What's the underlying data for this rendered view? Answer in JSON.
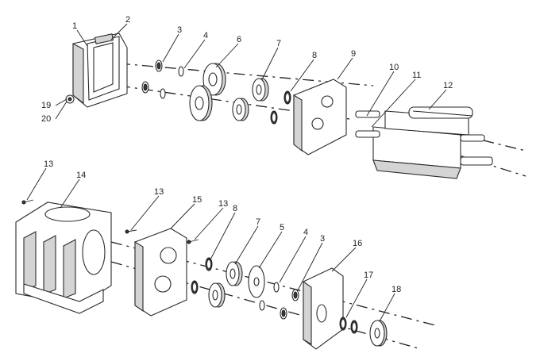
{
  "diagram": {
    "callouts": [
      {
        "id": "c1",
        "label": "1"
      },
      {
        "id": "c2",
        "label": "2"
      },
      {
        "id": "c3a",
        "label": "3"
      },
      {
        "id": "c4a",
        "label": "4"
      },
      {
        "id": "c6",
        "label": "6"
      },
      {
        "id": "c7a",
        "label": "7"
      },
      {
        "id": "c8a",
        "label": "8"
      },
      {
        "id": "c9",
        "label": "9"
      },
      {
        "id": "c10",
        "label": "10"
      },
      {
        "id": "c11",
        "label": "11"
      },
      {
        "id": "c12",
        "label": "12"
      },
      {
        "id": "c19",
        "label": "19"
      },
      {
        "id": "c20",
        "label": "20"
      },
      {
        "id": "c13a",
        "label": "13"
      },
      {
        "id": "c14",
        "label": "14"
      },
      {
        "id": "c13b",
        "label": "13"
      },
      {
        "id": "c15",
        "label": "15"
      },
      {
        "id": "c13c",
        "label": "13"
      },
      {
        "id": "c8b",
        "label": "8"
      },
      {
        "id": "c7b",
        "label": "7"
      },
      {
        "id": "c5",
        "label": "5"
      },
      {
        "id": "c4b",
        "label": "4"
      },
      {
        "id": "c3b",
        "label": "3"
      },
      {
        "id": "c16",
        "label": "16"
      },
      {
        "id": "c17",
        "label": "17"
      },
      {
        "id": "c18",
        "label": "18"
      }
    ]
  }
}
